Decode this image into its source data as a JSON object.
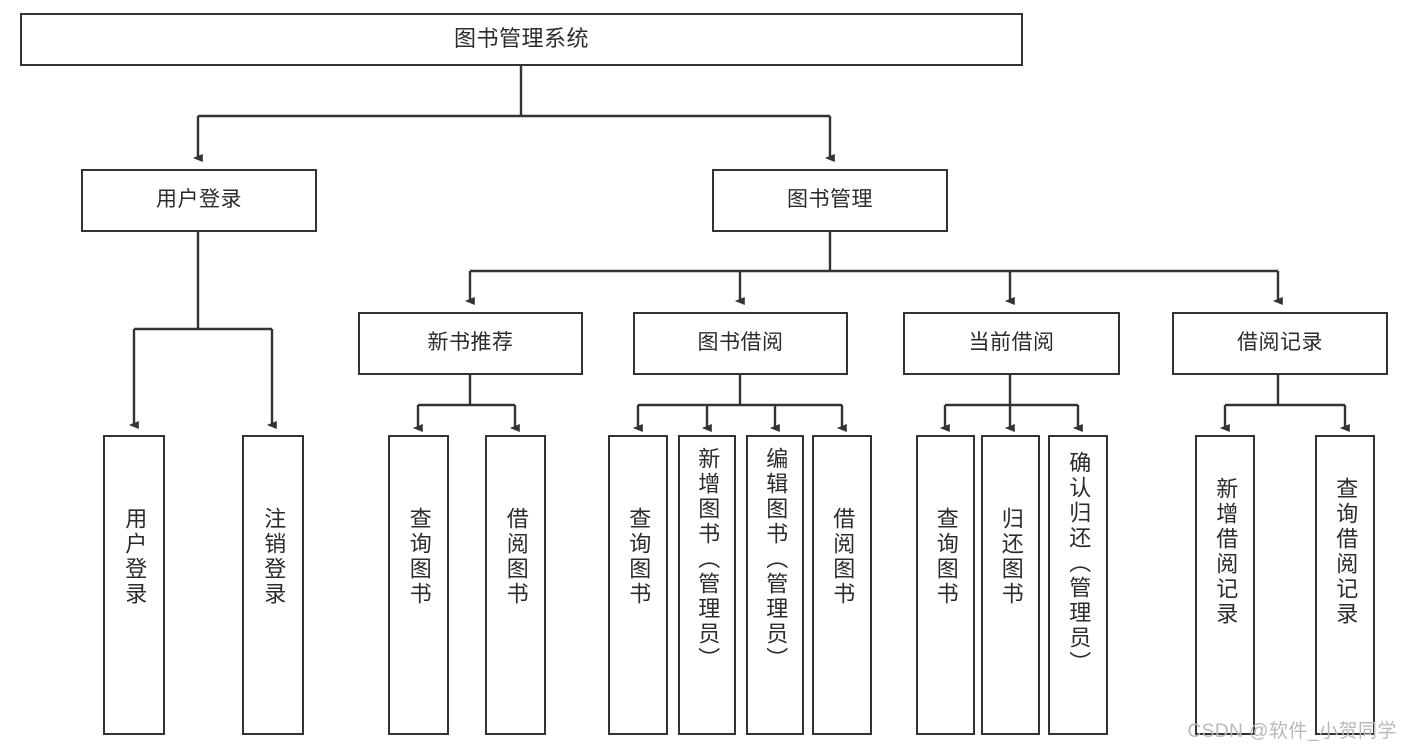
{
  "diagram": {
    "title": "图书管理系统",
    "type": "tree-hierarchy",
    "root": {
      "id": "root",
      "label": "图书管理系统"
    },
    "level1": [
      {
        "id": "user-login",
        "label": "用户登录"
      },
      {
        "id": "book-manage",
        "label": "图书管理"
      }
    ],
    "level2": [
      {
        "id": "new-book-recommend",
        "label": "新书推荐",
        "parent": "book-manage"
      },
      {
        "id": "book-borrow",
        "label": "图书借阅",
        "parent": "book-manage"
      },
      {
        "id": "current-borrow",
        "label": "当前借阅",
        "parent": "book-manage"
      },
      {
        "id": "borrow-record",
        "label": "借阅记录",
        "parent": "book-manage"
      }
    ],
    "leaves": [
      {
        "id": "leaf-user-login",
        "label": "用户登录",
        "parent": "user-login"
      },
      {
        "id": "leaf-logout-login",
        "label": "注销登录",
        "parent": "user-login"
      },
      {
        "id": "leaf-query-book-1",
        "label": "查询图书",
        "parent": "new-book-recommend"
      },
      {
        "id": "leaf-borrow-book-1",
        "label": "借阅图书",
        "parent": "new-book-recommend"
      },
      {
        "id": "leaf-query-book-2",
        "label": "查询图书",
        "parent": "book-borrow"
      },
      {
        "id": "leaf-add-book",
        "label": "新增图书（管理员）",
        "parent": "book-borrow"
      },
      {
        "id": "leaf-edit-book",
        "label": "编辑图书（管理员）",
        "parent": "book-borrow"
      },
      {
        "id": "leaf-borrow-book-2",
        "label": "借阅图书",
        "parent": "book-borrow"
      },
      {
        "id": "leaf-query-book-3",
        "label": "查询图书",
        "parent": "current-borrow"
      },
      {
        "id": "leaf-return-book",
        "label": "归还图书",
        "parent": "current-borrow"
      },
      {
        "id": "leaf-confirm-return",
        "label": "确认归还（管理员）",
        "parent": "current-borrow"
      },
      {
        "id": "leaf-add-record",
        "label": "新增借阅记录",
        "parent": "borrow-record"
      },
      {
        "id": "leaf-query-record",
        "label": "查询借阅记录",
        "parent": "borrow-record"
      }
    ],
    "colors": {
      "box_border": "#333333",
      "box_fill": "#ffffff",
      "text": "#2b2b2b",
      "connector": "#333333",
      "watermark": "#b9b9b9",
      "background": "#ffffff"
    }
  },
  "watermark": {
    "text": "CSDN @软件_小贺同学"
  }
}
